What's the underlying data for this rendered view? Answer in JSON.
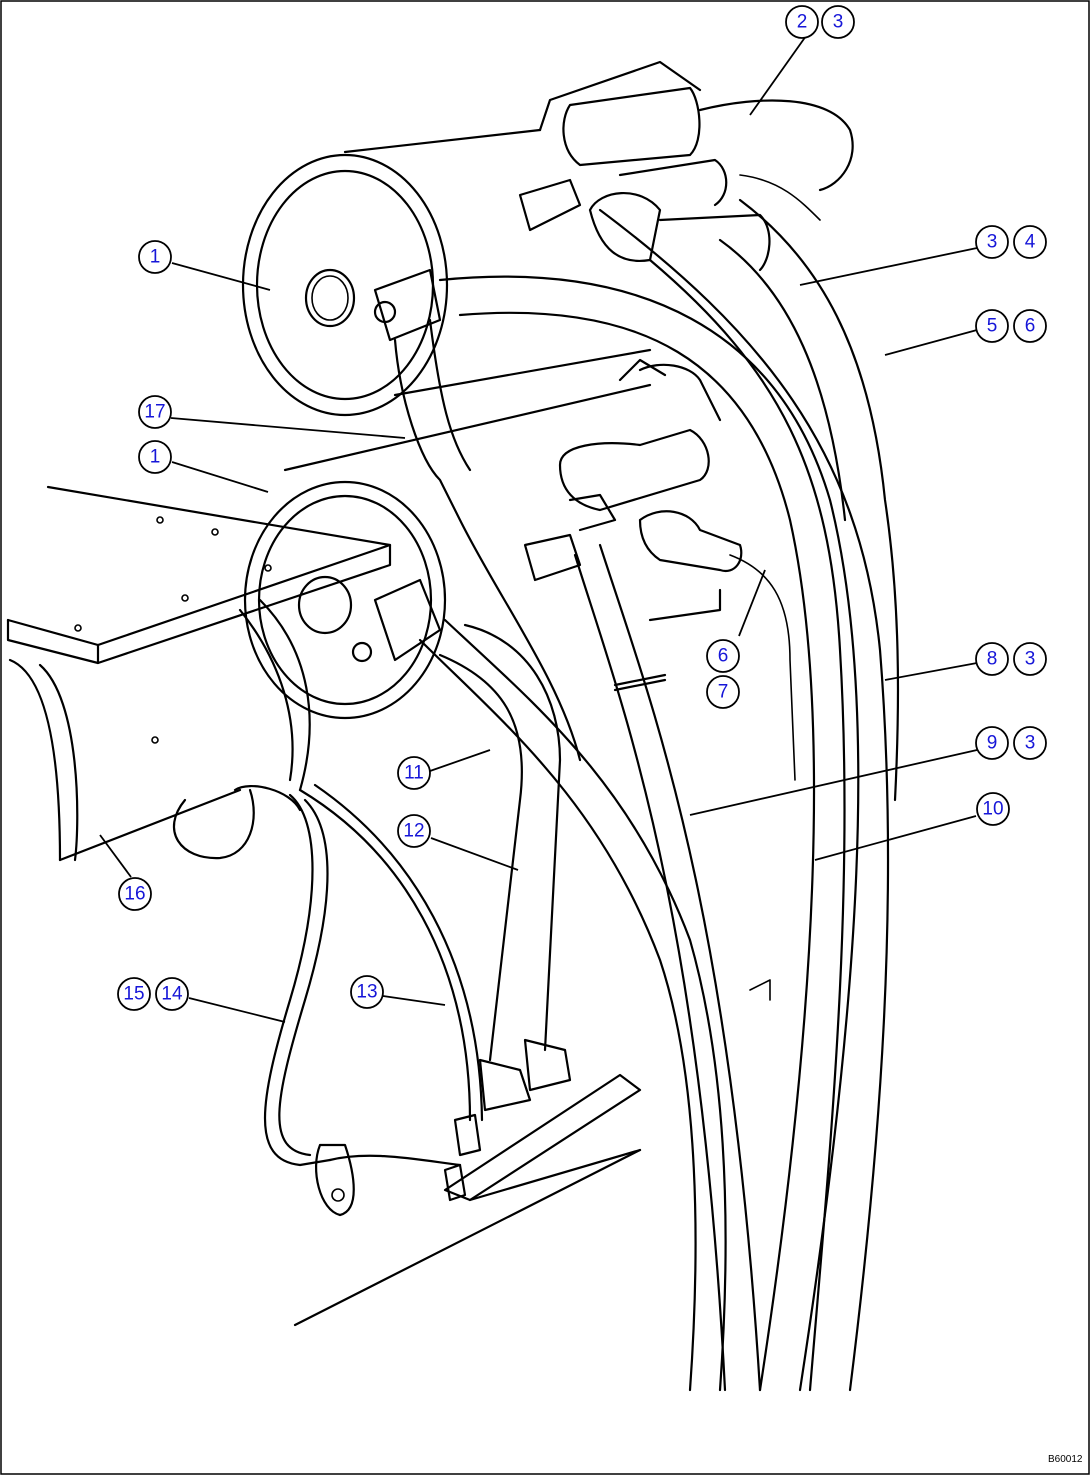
{
  "drawing_code": "B60012",
  "callouts": [
    {
      "id": "c-2",
      "label": "2"
    },
    {
      "id": "c-3a",
      "label": "3"
    },
    {
      "id": "c-1a",
      "label": "1"
    },
    {
      "id": "c-3b",
      "label": "3"
    },
    {
      "id": "c-4",
      "label": "4"
    },
    {
      "id": "c-5",
      "label": "5"
    },
    {
      "id": "c-6a",
      "label": "6"
    },
    {
      "id": "c-17",
      "label": "17"
    },
    {
      "id": "c-1b",
      "label": "1"
    },
    {
      "id": "c-6b",
      "label": "6"
    },
    {
      "id": "c-7",
      "label": "7"
    },
    {
      "id": "c-8",
      "label": "8"
    },
    {
      "id": "c-3c",
      "label": "3"
    },
    {
      "id": "c-9",
      "label": "9"
    },
    {
      "id": "c-3d",
      "label": "3"
    },
    {
      "id": "c-10",
      "label": "10"
    },
    {
      "id": "c-11",
      "label": "11"
    },
    {
      "id": "c-12",
      "label": "12"
    },
    {
      "id": "c-16",
      "label": "16"
    },
    {
      "id": "c-15",
      "label": "15"
    },
    {
      "id": "c-14",
      "label": "14"
    },
    {
      "id": "c-13",
      "label": "13"
    }
  ]
}
